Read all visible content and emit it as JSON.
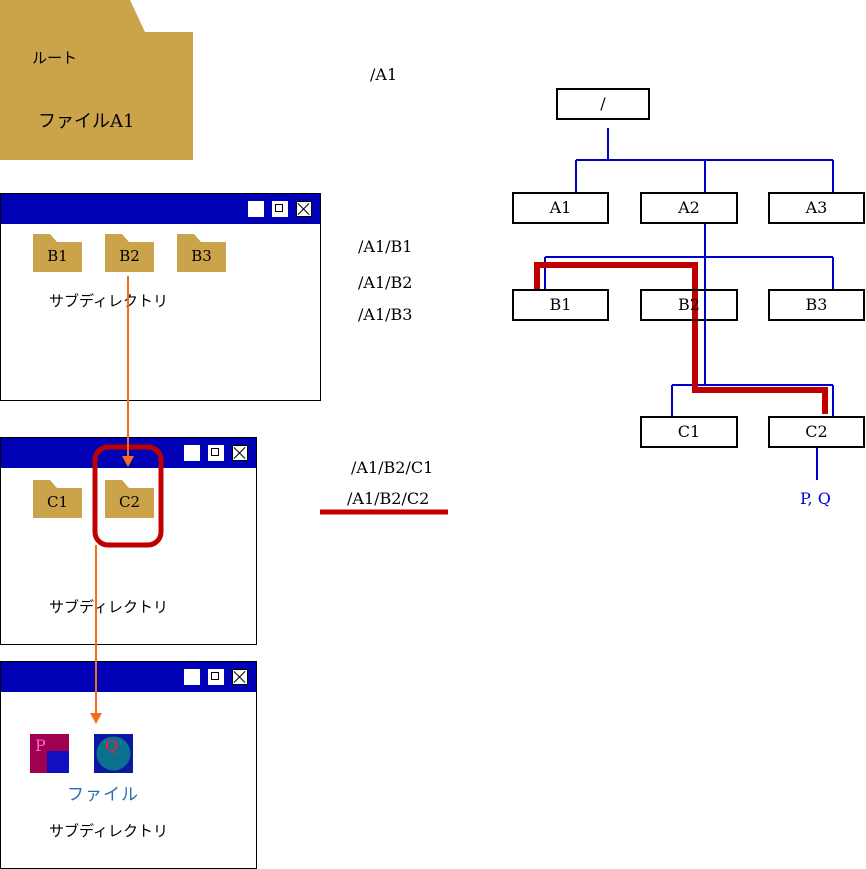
{
  "root_folder": {
    "label": "ルート",
    "file_label": "ファイルA1",
    "color": "#cba34b"
  },
  "window1": {
    "folders": [
      "B1",
      "B2",
      "B3"
    ],
    "subdir_label": "サブディレクトリ"
  },
  "window2": {
    "folders": [
      "C1",
      "C2"
    ],
    "subdir_label": "サブディレクトリ"
  },
  "window3": {
    "files": [
      "P",
      "Q"
    ],
    "file_label": "ファイル",
    "subdir_label": "サブディレクトリ"
  },
  "paths": [
    "/A1",
    "/A1/B1",
    "/A1/B2",
    "/A1/B3",
    "/A1/B2/C1",
    "/A1/B2/C2"
  ],
  "tree": {
    "root": "/",
    "level1": [
      "A1",
      "A2",
      "A3"
    ],
    "level2": [
      "B1",
      "B2",
      "B3"
    ],
    "level3": [
      "C1",
      "C2"
    ],
    "leaf_label": "P, Q"
  },
  "colors": {
    "titlebar": "#0000b4",
    "folder": "#cba34b",
    "tree_line": "#0000cc",
    "highlight": "#c00000",
    "arrow": "#f07020",
    "file_label": "#2a6db5"
  }
}
